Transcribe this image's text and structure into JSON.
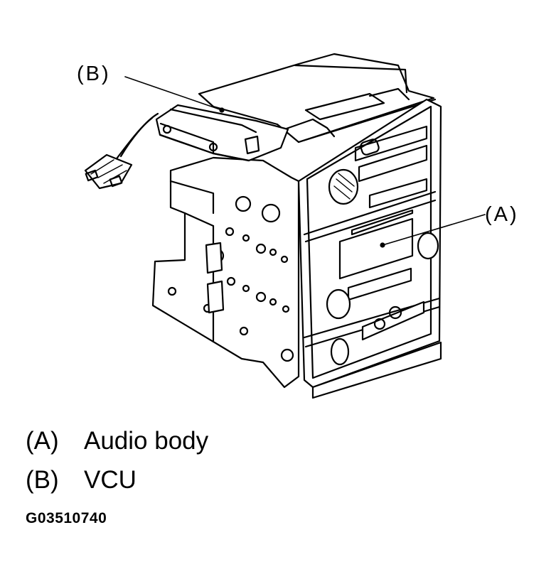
{
  "callouts": {
    "a": "(A)",
    "b": "(B)"
  },
  "legend": [
    {
      "key": "(A)",
      "label": "Audio body"
    },
    {
      "key": "(B)",
      "label": "VCU"
    }
  ],
  "figure_id": "G03510740"
}
